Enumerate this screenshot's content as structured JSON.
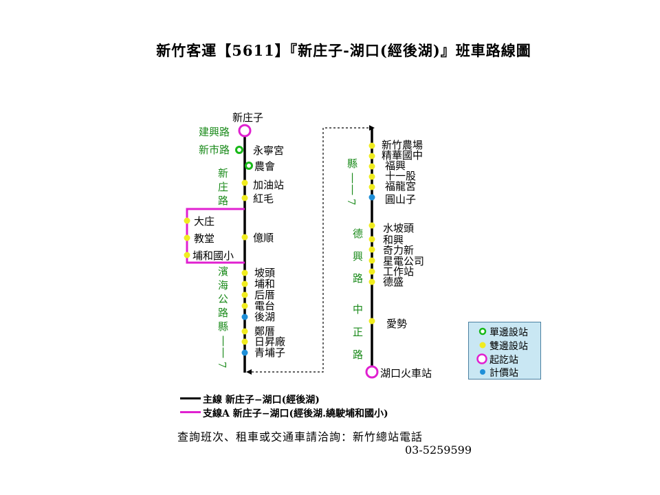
{
  "title": "新竹客運【5611】『新庄子-湖口(經後湖)』班車路線圖",
  "colors": {
    "main_line": "#000000",
    "branch_line": "#e020d0",
    "single_side": "#18b818",
    "double_side": "#f0ec20",
    "terminal": "#e020d0",
    "fare": "#1e8fd8",
    "road_text": "#1a8a1a",
    "legend_bg": "#c9e7f3"
  },
  "left_stops": {
    "terminal_top": "新庄子",
    "jianxing": "建興路",
    "xinshi": "新市路",
    "yongning": "永寧宮",
    "nonghui": "農會",
    "jiayou": "加油站",
    "hongmao": "紅毛",
    "yishun": "億順",
    "potou": "坡頭",
    "puhe": "埔和",
    "houcuo": "后厝",
    "diantai": "電台",
    "houhu": "後湖",
    "zhengcuo": "鄭厝",
    "risheng": "日昇廠",
    "qingpuzi": "青埔子"
  },
  "branch_stops": {
    "dazhuang": "大庄",
    "jiaotang": "教堂",
    "puhe_school": "埔和國小"
  },
  "left_roads": {
    "xinzhuang_road": [
      "新",
      "庄",
      "路"
    ],
    "binhai_road": [
      "濱",
      "海",
      "公",
      "路",
      "縣",
      "|",
      "|",
      "7"
    ]
  },
  "right_stops": {
    "xinzhu_farm": "新竹農場",
    "jinghua": "精華國中",
    "fuxing": "福興",
    "shiyigu": "十一股",
    "fulong": "福龍宮",
    "yuanshan": "圓山子",
    "shuipotou": "水坡頭",
    "hexing": "和興",
    "qilixin": "奇力新",
    "xingdian": "星電公司",
    "gongzuo": "工作站",
    "desheng": "德盛",
    "aishi": "愛勢",
    "hukou_station": "湖口火車站"
  },
  "right_roads": {
    "county_road": [
      "縣",
      "|",
      "|",
      "7"
    ],
    "dexing_road": [
      "德",
      "興",
      "路"
    ],
    "zhongzheng_road": [
      "中",
      "正",
      "路"
    ]
  },
  "legend": {
    "single": "單邊設站",
    "double": "雙邊設站",
    "terminal": "起訖站",
    "fare": "計價站"
  },
  "route_key": {
    "main": "主線  新庄子−湖口(經後湖)",
    "branch": "支線A 新庄子−湖口(經後湖.繞駛埔和國小)"
  },
  "notice": "查詢班次、租車或交通車請洽詢：新竹總站電話",
  "phone": "03-5259599"
}
